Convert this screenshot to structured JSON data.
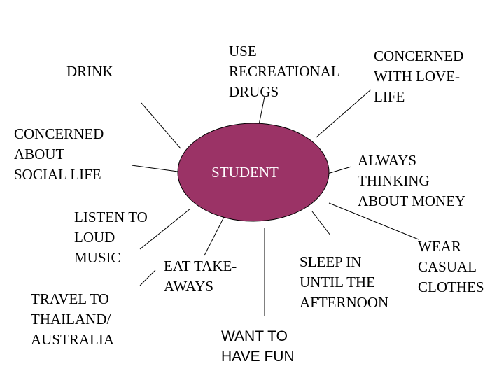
{
  "center": {
    "label": "STUDENT",
    "fill": "#9B3366"
  },
  "nodes": {
    "drink": "DRINK",
    "drugs": "USE\nRECREATIONAL\nDRUGS",
    "love_life": "CONCERNED\nWITH LOVE-\nLIFE",
    "social_life": "CONCERNED\nABOUT\nSOCIAL LIFE",
    "money": "ALWAYS\nTHINKING\nABOUT MONEY",
    "loud_music": "LISTEN TO\nLOUD\nMUSIC",
    "casual_clothes": "WEAR\nCASUAL\nCLOTHES",
    "takeaways": "EAT TAKE-\nAWAYS",
    "sleep_in": "SLEEP IN\nUNTIL THE\nAFTERNOON",
    "travel": "TRAVEL TO\nTHAILAND/\nAUSTRALIA",
    "have_fun": "WANT TO\nHAVE FUN"
  }
}
